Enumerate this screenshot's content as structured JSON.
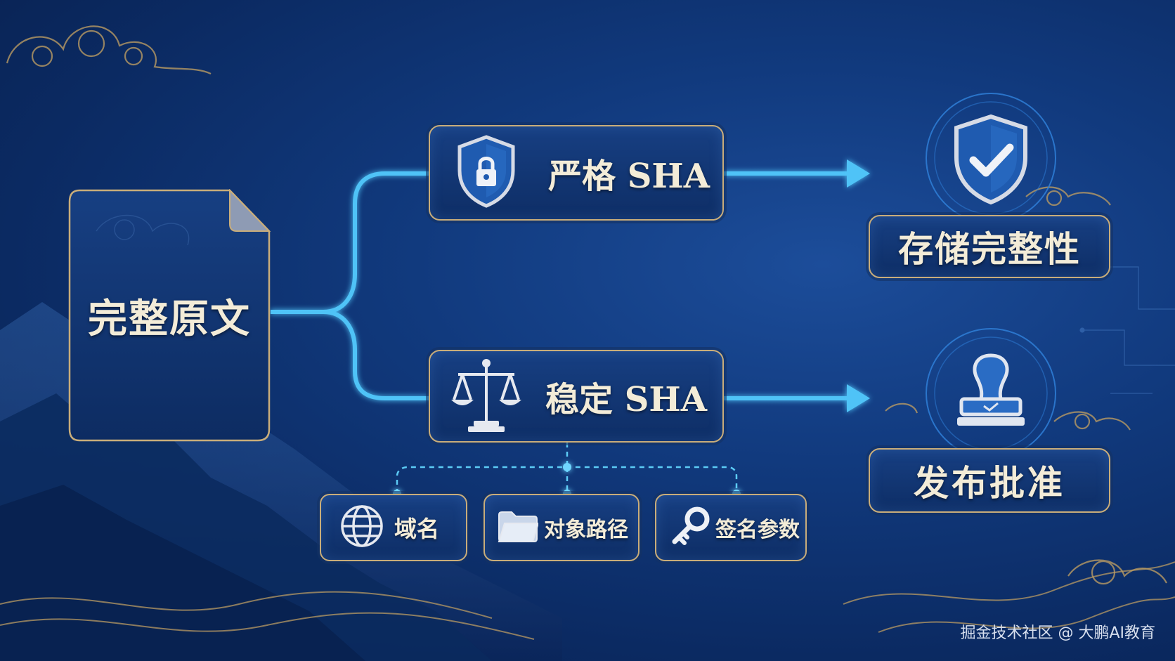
{
  "source": {
    "label": "完整原文"
  },
  "branches": [
    {
      "icon": "lock-shield-icon",
      "label": "严格 SHA",
      "result_icon": "check-shield-icon",
      "result_label": "存储完整性"
    },
    {
      "icon": "balance-scale-icon",
      "label": "稳定 SHA",
      "result_icon": "approval-stamp-icon",
      "result_label": "发布批准"
    }
  ],
  "params": [
    {
      "icon": "globe-icon",
      "label": "域名"
    },
    {
      "icon": "folder-icon",
      "label": "对象路径"
    },
    {
      "icon": "key-icon",
      "label": "签名参数"
    }
  ],
  "watermark": "掘金技术社区 @ 大鹏AI教育",
  "colors": {
    "connector": "#4fc3f7",
    "border": "#c9ad7a",
    "text": "#f3ecd8",
    "background": "#0e2e66"
  }
}
